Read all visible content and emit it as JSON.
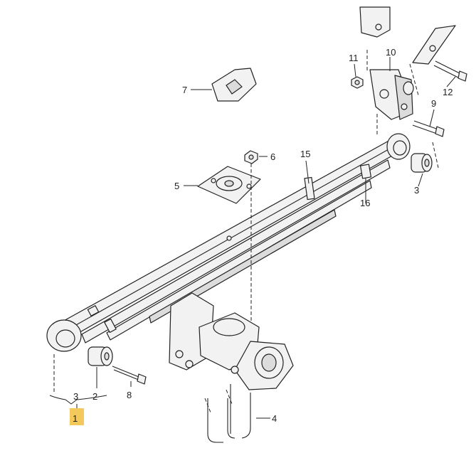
{
  "callouts": [
    {
      "id": "c1",
      "label": "1",
      "highlighted": true
    },
    {
      "id": "c2",
      "label": "2"
    },
    {
      "id": "c3a",
      "label": "3"
    },
    {
      "id": "c3b",
      "label": "3"
    },
    {
      "id": "c4",
      "label": "4"
    },
    {
      "id": "c5",
      "label": "5"
    },
    {
      "id": "c6",
      "label": "6"
    },
    {
      "id": "c7",
      "label": "7"
    },
    {
      "id": "c8",
      "label": "8"
    },
    {
      "id": "c9",
      "label": "9"
    },
    {
      "id": "c10",
      "label": "10"
    },
    {
      "id": "c11",
      "label": "11"
    },
    {
      "id": "c12",
      "label": "12"
    },
    {
      "id": "c15",
      "label": "15"
    },
    {
      "id": "c16",
      "label": "16"
    }
  ],
  "colors": {
    "highlight": "#f2c95a",
    "ink": "#222222",
    "fill": "#f2f2f2"
  }
}
